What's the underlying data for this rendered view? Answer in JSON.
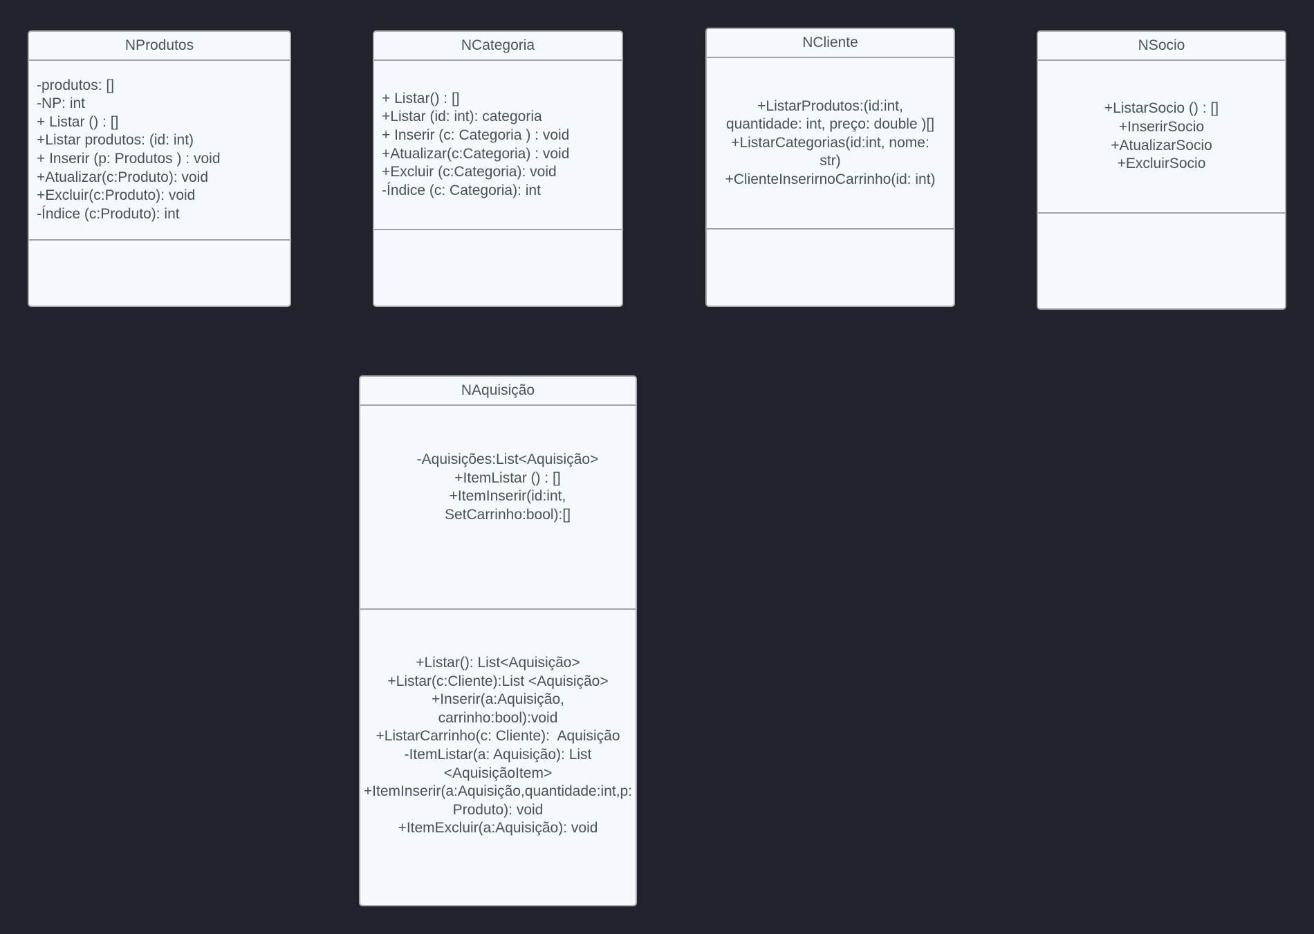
{
  "classes": {
    "nprodutos": {
      "name": "NProdutos",
      "attributes": [
        "-produtos: []",
        "-NP: int",
        "+ Listar () : []",
        "+Listar produtos: (id: int)",
        "+ Inserir (p: Produtos ) : void",
        "+Atualizar(c:Produto): void",
        "+Excluir(c:Produto): void",
        "-Índice (c:Produto): int"
      ],
      "operations": []
    },
    "ncategoria": {
      "name": "NCategoria",
      "attributes": [
        "+ Listar() : []",
        "+Listar (id: int): categoria",
        "+ Inserir (c: Categoria ) : void",
        "+Atualizar(c:Categoria) : void",
        "+Excluir (c:Categoria): void",
        "-Índice (c: Categoria): int"
      ],
      "operations": []
    },
    "ncliente": {
      "name": "NCliente",
      "attributes": [
        "+ListarProdutos:(id:int,",
        "quantidade: int, preço: double )[]",
        "+ListarCategorias(id:int, nome:",
        "str)",
        "+ClienteInserirnoCarrinho(id: int)"
      ],
      "operations": []
    },
    "nsocio": {
      "name": "NSocio",
      "attributes": [
        "+ListarSocio () : []",
        "+InserirSocio",
        "+AtualizarSocio",
        "+ExcluirSocio"
      ],
      "operations": []
    },
    "naquisicao": {
      "name": "NAquisição",
      "attributes": [
        "-Aquisições:List<Aquisição>",
        "+ItemListar () : []",
        "+ItemInserir(id:int,",
        "SetCarrinho:bool):[]"
      ],
      "operations": [
        "+Listar(): List<Aquisição>",
        "+Listar(c:Cliente):List <Aquisição>",
        "+Inserir(a:Aquisição,",
        "carrinho:bool):void",
        "+ListarCarrinho(c: Cliente):  Aquisição",
        "-ItemListar(a: Aquisição): List",
        "<AquisiçãoItem>",
        "+ItemInserir(a:Aquisição,quantidade:int,p:",
        "Produto): void",
        "+ItemExcluir(a:Aquisição): void"
      ]
    }
  },
  "colors": {
    "background": "#20232b",
    "box_fill": "#f5f9fd",
    "box_border": "#a9adb3",
    "text": "#4a505a"
  }
}
